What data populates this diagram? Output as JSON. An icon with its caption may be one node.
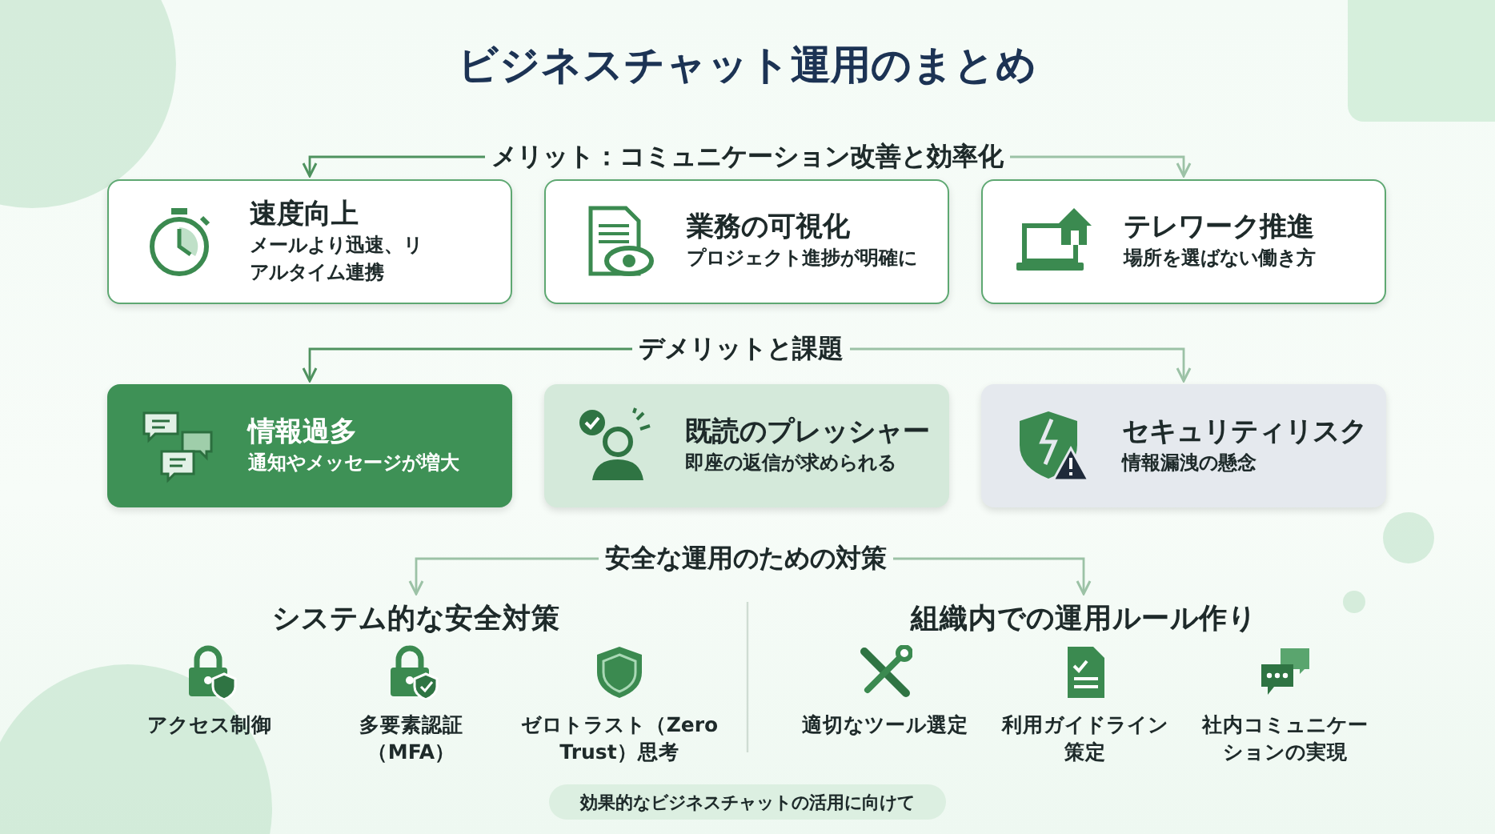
{
  "diagram": {
    "title": "ビジネスチャット運用のまとめ",
    "nodes": [
      {
        "text": [
          "メリット：コミュニケーション改善と効率化"
        ]
      },
      {
        "text": [
          "速度向上",
          "メールより迅速、リアルタイム連携"
        ]
      },
      {
        "text": [
          "業務の可視化",
          "プロジェクト進捗が明確に"
        ]
      },
      {
        "text": [
          "テレワーク推進",
          "場所を選ばない働き方"
        ]
      },
      {
        "text": [
          "デメリットと課題"
        ]
      },
      {
        "text": [
          "情報過多",
          "通知やメッセージが増大"
        ]
      },
      {
        "text": [
          "既読のプレッシャー",
          "即座の返信が求められる"
        ]
      },
      {
        "text": [
          "セキュリティリスク",
          "情報漏洩の懸念"
        ]
      },
      {
        "text": [
          "安全な運用のための対策"
        ]
      },
      {
        "text": [
          "システム的な安全対策"
        ]
      },
      {
        "text": [
          "組織内での運用ルール作り"
        ]
      },
      {
        "text": [
          "効果的なビジネスチャットの活用に向けて"
        ]
      }
    ],
    "edges": [
      {
        "from": 0,
        "to": 1,
        "arrow": "to"
      },
      {
        "from": 0,
        "to": 3,
        "arrow": "to",
        "color": "#9cc2a6"
      },
      {
        "from": 4,
        "to": 5,
        "arrow": "to"
      },
      {
        "from": 4,
        "to": 7,
        "arrow": "to",
        "color": "#9cc2a6"
      },
      {
        "from": 8,
        "to": 9,
        "arrow": "to",
        "color": "#9cc2a6"
      },
      {
        "from": 8,
        "to": 10,
        "arrow": "to",
        "color": "#9cc2a6"
      }
    ],
    "labels": [
      "アクセス制御",
      "多要素認証（MFA）",
      "ゼロトラスト（Zero Trust）思考",
      "適切なツール選定",
      "利用ガイドライン策定",
      "社内コミュニケーションの実現"
    ]
  }
}
